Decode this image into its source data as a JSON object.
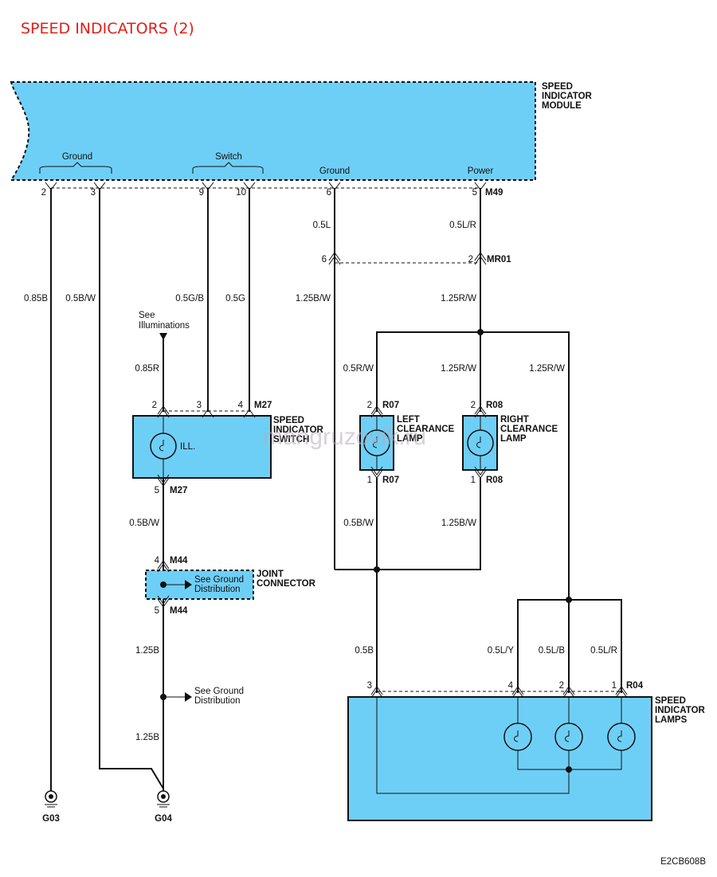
{
  "title": "SPEED INDICATORS (2)",
  "code": "E2CB608B",
  "watermark": "mangruzovik.ru",
  "colors": {
    "title": "#e0201a",
    "component_fill": "#6ecff6"
  },
  "module": {
    "name": [
      "SPEED",
      "INDICATOR",
      "MODULE"
    ],
    "connector": "M49",
    "groups": {
      "ground_left": "Ground",
      "switch": "Switch",
      "ground": "Ground",
      "power": "Power"
    },
    "pins": {
      "p2": "2",
      "p3": "3",
      "p9": "9",
      "p10": "10",
      "p6": "6",
      "p5": "5"
    }
  },
  "wires": {
    "w_085b": "0.85B",
    "w_05bw_a": "0.5B/W",
    "w_05gb": "0.5G/B",
    "w_05g": "0.5G",
    "w_05l": "0.5L",
    "w_05lr": "0.5L/R",
    "w_125bw": "1.25B/W",
    "w_125rw": "1.25R/W",
    "w_085r": "0.85R",
    "w_05rw": "0.5R/W",
    "w_125rw_b": "1.25R/W",
    "w_125rw_c": "1.25R/W",
    "w_05bw_b": "0.5B/W",
    "w_05bw_c": "0.5B/W",
    "w_125bw_b": "1.25B/W",
    "w_125b_a": "1.25B",
    "w_125b_b": "1.25B",
    "w_05b": "0.5B",
    "w_05ly": "0.5L/Y",
    "w_05lb": "0.5L/B",
    "w_05lr_b": "0.5L/R"
  },
  "mr01": {
    "connector": "MR01",
    "pin6": "6",
    "pin2": "2"
  },
  "see_illuminations": [
    "See",
    "Illuminations"
  ],
  "switch": {
    "name": [
      "SPEED",
      "INDICATOR",
      "SWITCH"
    ],
    "connector": "M27",
    "pin2": "2",
    "pin3": "3",
    "pin4": "4",
    "pin5": "5",
    "ill": "ILL."
  },
  "joint": {
    "name": [
      "JOINT",
      "CONNECTOR"
    ],
    "connector": "M44",
    "pin4": "4",
    "pin5": "5",
    "note": [
      "See Ground",
      "Distribution"
    ]
  },
  "ground_note": [
    "See Ground",
    "Distribution"
  ],
  "left_lamp": {
    "name": [
      "LEFT",
      "CLEARANCE",
      "LAMP"
    ],
    "connector": "R07",
    "pin2": "2",
    "pin1": "1"
  },
  "right_lamp": {
    "name": [
      "RIGHT",
      "CLEARANCE",
      "LAMP"
    ],
    "connector": "R08",
    "pin2": "2",
    "pin1": "1"
  },
  "lamps": {
    "name": [
      "SPEED",
      "INDICATOR",
      "LAMPS"
    ],
    "connector": "R04",
    "pin3": "3",
    "pin4": "4",
    "pin2": "2",
    "pin1": "1"
  },
  "grounds": {
    "g03": "G03",
    "g04": "G04"
  }
}
